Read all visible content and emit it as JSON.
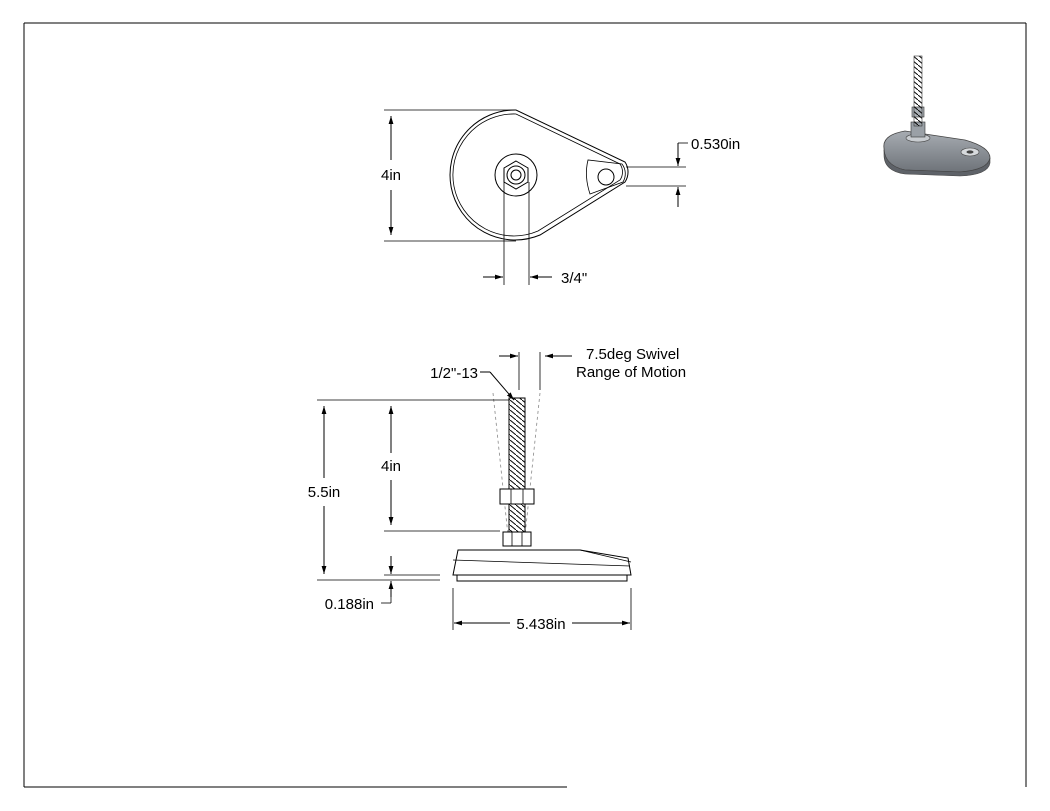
{
  "drawing": {
    "top_view": {
      "height_label": "4in",
      "ear_hole_label": "0.530in",
      "nut_label": "3/4\""
    },
    "side_view": {
      "thread_label": "1/2\"-13",
      "swivel_label_line1": "7.5deg Swivel",
      "swivel_label_line2": "Range of Motion",
      "overall_height_label": "5.5in",
      "stud_height_label": "4in",
      "pad_thickness_label": "0.188in",
      "base_width_label": "5.438in"
    }
  },
  "colors": {
    "line": "#000000",
    "thumb_base": "#8a8f96",
    "thumb_stud": "#6b6f73"
  },
  "icons": {
    "thumbnail": "leveling-foot-3d-icon"
  }
}
